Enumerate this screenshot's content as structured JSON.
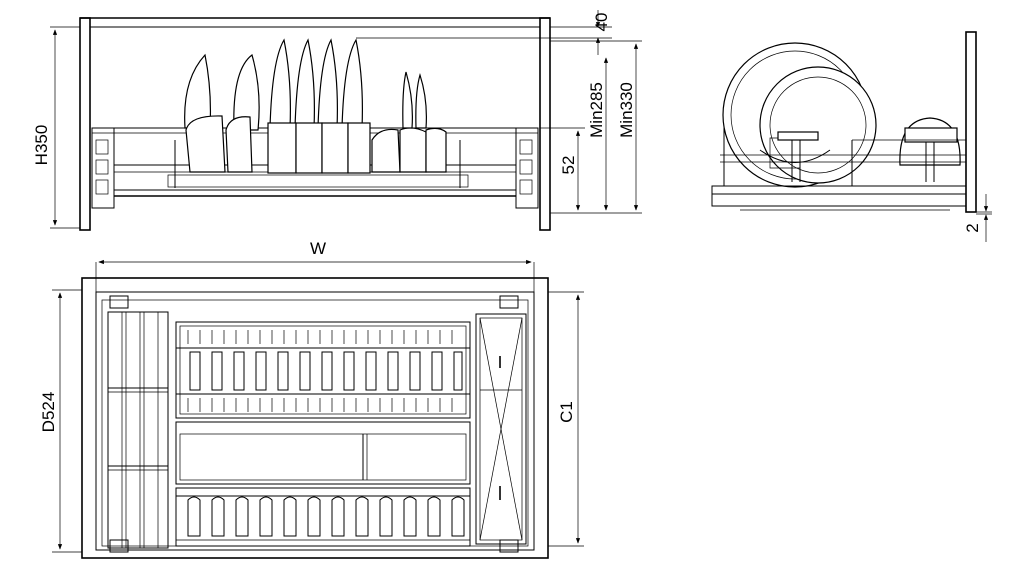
{
  "drawing": {
    "front_view": {
      "height_label": "H350",
      "top_gap_label": "40",
      "min_label_a": "Min285",
      "min_label_b": "Min330",
      "rack_height_label": "52"
    },
    "side_view": {
      "bottom_gap_label": "2"
    },
    "top_view": {
      "width_label": "W",
      "depth_label": "D524",
      "clear_label": "C1"
    }
  },
  "colors": {
    "line": "#000000",
    "background": "#ffffff"
  }
}
